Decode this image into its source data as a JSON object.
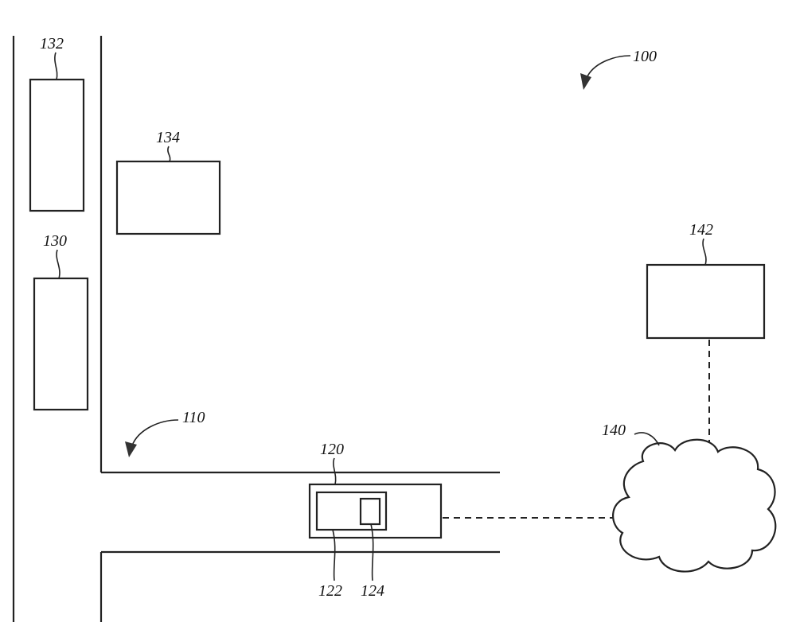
{
  "figure": {
    "labels": {
      "system": "100",
      "road": "110",
      "vehicle": "120",
      "vehicle_inner": "122",
      "vehicle_device": "124",
      "box_130": "130",
      "box_132": "132",
      "box_134": "134",
      "network": "140",
      "server": "142"
    }
  }
}
